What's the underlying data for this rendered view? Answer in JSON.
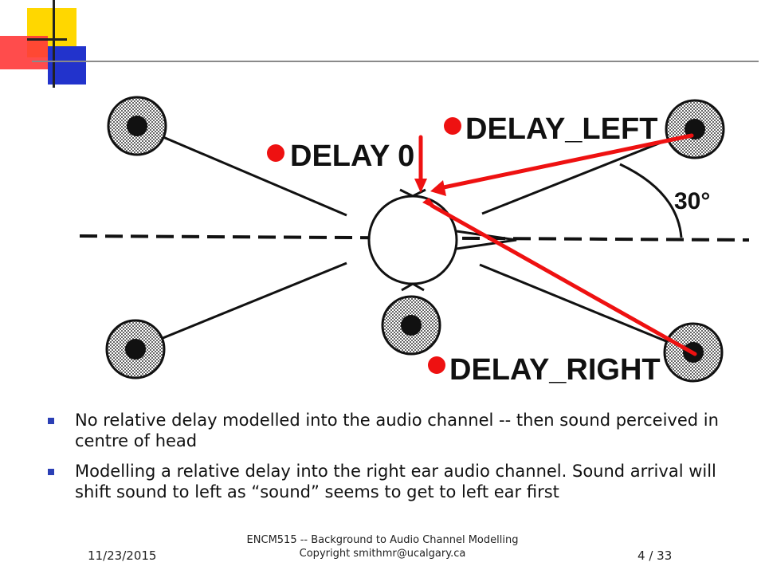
{
  "figure": {
    "labels": {
      "delay_left": "DELAY_LEFT",
      "delay_0": "DELAY 0",
      "delay_right": "DELAY_RIGHT",
      "angle": "30°"
    }
  },
  "bullets": [
    "No relative delay modelled into the audio channel -- then sound perceived in centre of head",
    "Modelling a relative delay into the right ear audio channel. Sound arrival will shift sound to left as “sound” seems to get to left ear first"
  ],
  "footer": {
    "date": "11/23/2015",
    "course_line": "ENCM515 -- Background to Audio Channel Modelling",
    "copyright_line": "Copyright smithmr@ucalgary.ca",
    "page_current": "4",
    "page_separator": "/",
    "page_total": "33"
  },
  "colors": {
    "arrow": "#ee1111",
    "bullet": "#2b3fb5",
    "logo_yellow": "#ffd700",
    "logo_red": "#ff3030",
    "logo_blue": "#2233cc"
  }
}
